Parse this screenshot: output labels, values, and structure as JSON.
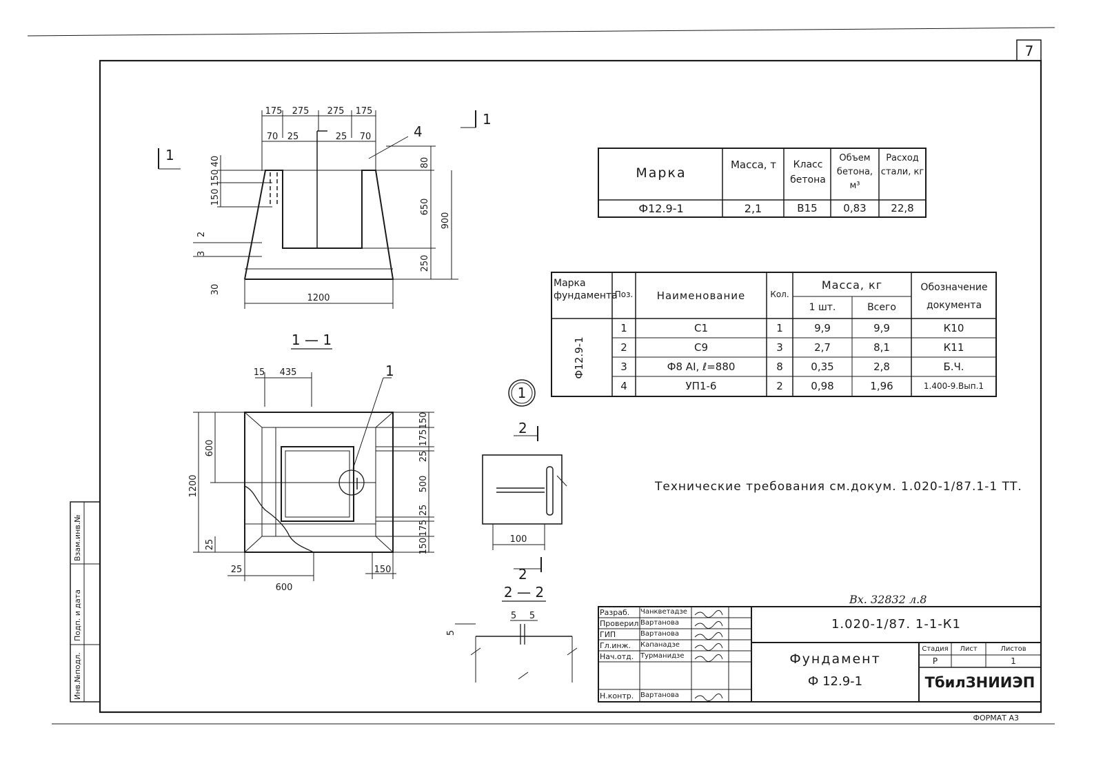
{
  "sheet": {
    "number": "7",
    "format_label": "ФОРМАТ А3"
  },
  "left_strip": {
    "inv_podl": "Инв.№подл.",
    "podp_data": "Подп. и дата",
    "vzam": "Взам.инв.№"
  },
  "drawing": {
    "top_view_dims": {
      "d175a": "175",
      "d275a": "275",
      "d275b": "275",
      "d175b": "175",
      "d70a": "70",
      "d25a": "25",
      "d25b": "25",
      "d70b": "70",
      "d80": "80",
      "d650": "650",
      "d250": "250",
      "d900": "900",
      "d150a": "150",
      "d150b": "150",
      "d40": "40",
      "d1200": "1200",
      "d30": "30",
      "pos2": "2",
      "pos3": "3",
      "pos4": "4",
      "cut_label": "1"
    },
    "section_title": "1 — 1",
    "plan_dims": {
      "d15": "15",
      "d435": "435",
      "d600v": "600",
      "d1200v": "1200",
      "d25l": "25",
      "d150r1": "150",
      "d175r1": "175",
      "d25r1": "25",
      "d500r": "500",
      "d25r2": "25",
      "d175r2": "175",
      "d150r2": "150",
      "d25b": "25",
      "d600b": "600",
      "d150b": "150",
      "pos1": "1"
    },
    "node_label": "1",
    "node_dims": {
      "d100": "100",
      "cut2": "2",
      "cut2b": "2"
    },
    "section22_title": "2 — 2",
    "detail_dims": {
      "d5a": "5",
      "d5b": "5",
      "d5c": "5"
    }
  },
  "table1": {
    "headers": [
      "Марка",
      "Масса, т",
      "Класс бетона",
      "Объем бетона, м³",
      "Расход стали, кг"
    ],
    "row": [
      "Ф12.9-1",
      "2,1",
      "В15",
      "0,83",
      "22,8"
    ]
  },
  "table2": {
    "h_mark": "Марка фундамента",
    "h_pos": "Поз.",
    "h_name": "Наименование",
    "h_qty": "Кол.",
    "h_mass": "Масса, кг",
    "h_one": "1 шт.",
    "h_total": "Всего",
    "h_doc": "Обозначение документа",
    "mark": "Ф12.9-1",
    "rows": [
      {
        "pos": "1",
        "name": "С1",
        "qty": "1",
        "one": "9,9",
        "total": "9,9",
        "doc": "К10"
      },
      {
        "pos": "2",
        "name": "С9",
        "qty": "3",
        "one": "2,7",
        "total": "8,1",
        "doc": "К11"
      },
      {
        "pos": "3",
        "name": "Ф8 АI, ℓ=880",
        "qty": "8",
        "one": "0,35",
        "total": "2,8",
        "doc": "Б.Ч."
      },
      {
        "pos": "4",
        "name": "УП1-6",
        "qty": "2",
        "one": "0,98",
        "total": "1,96",
        "doc": "1.400-9.Вып.1"
      }
    ]
  },
  "tech_note": "Технические требования см.докум. 1.020-1/87.1-1 ТТ.",
  "archive_note": "Вх. 32832 л.8",
  "title_block": {
    "doc_code": "1.020-1/87. 1-1-К1",
    "name_line1": "Фундамент",
    "name_line2": "Ф 12.9-1",
    "organization": "ТбилЗНИИЭП",
    "stage_h": "Стадия",
    "sheet_h": "Лист",
    "sheets_h": "Листов",
    "stage_v": "Р",
    "sheets_v": "1",
    "signers": [
      {
        "role": "Разраб.",
        "name": "Чанкветадзе"
      },
      {
        "role": "Проверил",
        "name": "Вартанова"
      },
      {
        "role": "ГИП",
        "name": "Вартанова"
      },
      {
        "role": "Гл.инж.",
        "name": "Капанадзе"
      },
      {
        "role": "Нач.отд.",
        "name": "Турманидзе"
      },
      {
        "role": "",
        "name": ""
      },
      {
        "role": "Н.контр.",
        "name": "Вартанова"
      }
    ]
  }
}
